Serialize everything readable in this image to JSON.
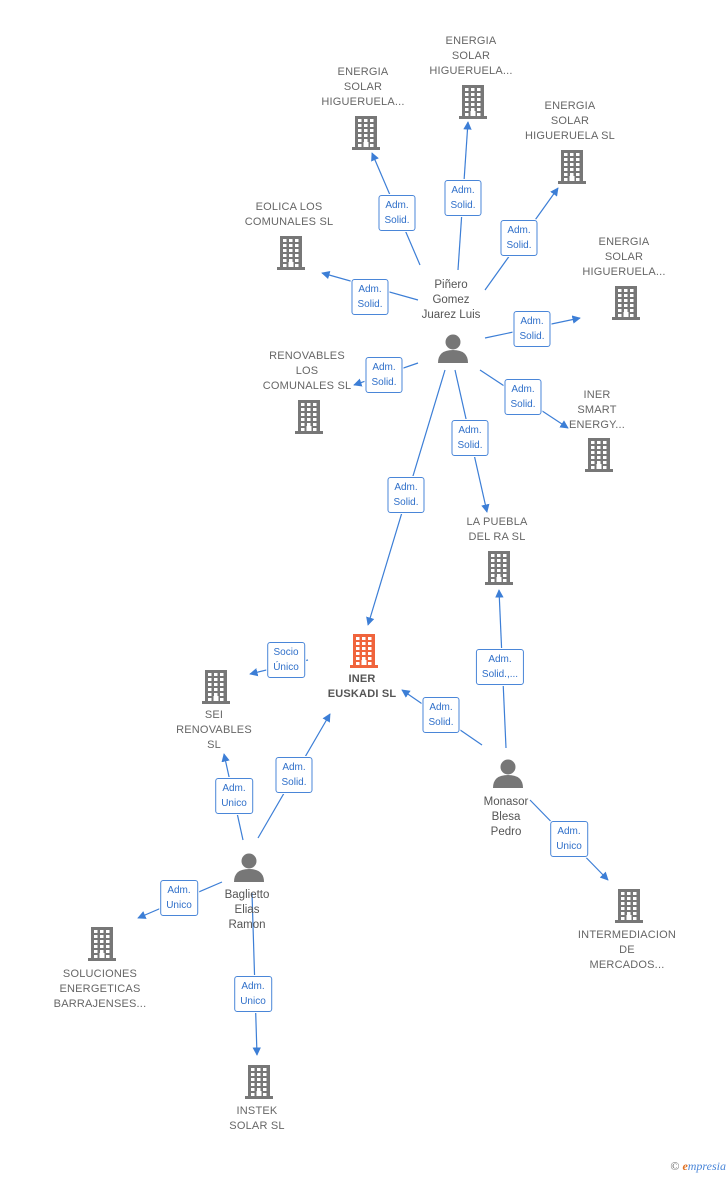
{
  "colors": {
    "edge": "#3c7ed6",
    "building": "#777777",
    "focus": "#f0643c",
    "person": "#777777"
  },
  "companies": [
    {
      "id": "c1",
      "label": "ENERGIA\nSOLAR\nHIGUERUELA...",
      "focus": false
    },
    {
      "id": "c2",
      "label": "ENERGIA\nSOLAR\nHIGUERUELA...",
      "focus": false
    },
    {
      "id": "c3",
      "label": "ENERGIA\nSOLAR\nHIGUERUELA SL",
      "focus": false
    },
    {
      "id": "c4",
      "label": "EOLICA LOS\nCOMUNALES SL",
      "focus": false
    },
    {
      "id": "c5",
      "label": "ENERGIA\nSOLAR\nHIGUERUELA...",
      "focus": false
    },
    {
      "id": "c6",
      "label": "RENOVABLES\nLOS\nCOMUNALES SL",
      "focus": false
    },
    {
      "id": "c7",
      "label": "INER\nSMART\nENERGY...",
      "focus": false
    },
    {
      "id": "c8",
      "label": "LA PUEBLA\nDEL RA SL",
      "focus": false
    },
    {
      "id": "c9",
      "label": "INER\nEUSKADI  SL",
      "focus": true
    },
    {
      "id": "c10",
      "label": "SEI\nRENOVABLES\nSL",
      "focus": false
    },
    {
      "id": "c11",
      "label": "SOLUCIONES\nENERGETICAS\nBARRAJENSES...",
      "focus": false
    },
    {
      "id": "c12",
      "label": "INTERMEDIACION\nDE\nMERCADOS...",
      "focus": false
    },
    {
      "id": "c13",
      "label": "INSTEK\nSOLAR  SL",
      "focus": false
    }
  ],
  "persons": [
    {
      "id": "p1",
      "label": "Piñero\nGomez\nJuarez Luis"
    },
    {
      "id": "p2",
      "label": "Monasor\nBlesa\nPedro"
    },
    {
      "id": "p3",
      "label": "Baglietto\nElias\nRamon"
    }
  ],
  "relations": [
    {
      "from": "p1",
      "to": "c1",
      "label": "Adm.\nSolid."
    },
    {
      "from": "p1",
      "to": "c2",
      "label": "Adm.\nSolid."
    },
    {
      "from": "p1",
      "to": "c3",
      "label": "Adm.\nSolid."
    },
    {
      "from": "p1",
      "to": "c4",
      "label": "Adm.\nSolid."
    },
    {
      "from": "p1",
      "to": "c5",
      "label": "Adm.\nSolid."
    },
    {
      "from": "p1",
      "to": "c6",
      "label": "Adm.\nSolid."
    },
    {
      "from": "p1",
      "to": "c7",
      "label": "Adm.\nSolid."
    },
    {
      "from": "p1",
      "to": "c8",
      "label": "Adm.\nSolid."
    },
    {
      "from": "p1",
      "to": "c9",
      "label": "Adm.\nSolid."
    },
    {
      "from": "c9",
      "to": "c10",
      "label": "Socio\nÚnico"
    },
    {
      "from": "p2",
      "to": "c8",
      "label": "Adm.\nSolid.,..."
    },
    {
      "from": "p2",
      "to": "c9",
      "label": "Adm.\nSolid."
    },
    {
      "from": "p2",
      "to": "c12",
      "label": "Adm.\nUnico"
    },
    {
      "from": "p3",
      "to": "c10",
      "label": "Adm.\nUnico"
    },
    {
      "from": "p3",
      "to": "c9",
      "label": "Adm.\nSolid."
    },
    {
      "from": "p3",
      "to": "c11",
      "label": "Adm.\nUnico"
    },
    {
      "from": "p3",
      "to": "c13",
      "label": "Adm.\nUnico"
    }
  ],
  "footer": {
    "copyright": "©",
    "brand_initial": "e",
    "brand_rest": "mpresia"
  }
}
